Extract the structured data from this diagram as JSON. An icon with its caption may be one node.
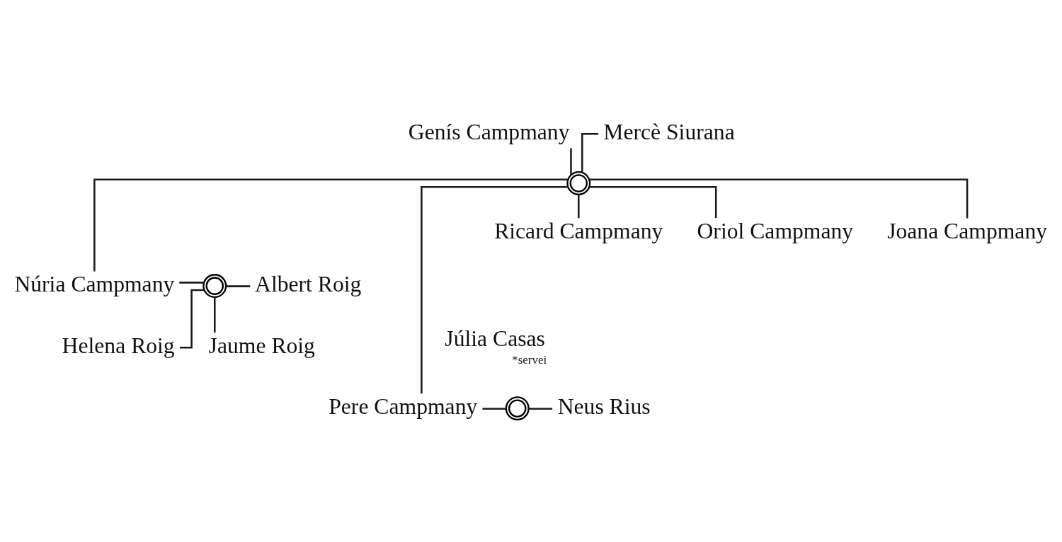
{
  "diagram": {
    "nodes": [
      {
        "text": [
          "Genís Campmany"
        ]
      },
      {
        "text": [
          "Mercè Siurana"
        ]
      },
      {
        "text": [],
        "shape": "rings"
      },
      {
        "text": [
          "Ricard Campmany"
        ]
      },
      {
        "text": [
          "Oriol Campmany"
        ]
      },
      {
        "text": [
          "Joana Campmany"
        ]
      },
      {
        "text": [
          "Núria Campmany"
        ]
      },
      {
        "text": [],
        "shape": "rings"
      },
      {
        "text": [
          "Albert Roig"
        ]
      },
      {
        "text": [
          "Júlia Casas"
        ],
        "beside": [
          "*servei"
        ]
      },
      {
        "text": [
          "Helena Roig"
        ]
      },
      {
        "text": [
          "Jaume Roig"
        ]
      },
      {
        "text": [
          "Pere Campmany"
        ]
      },
      {
        "text": [],
        "shape": "rings"
      },
      {
        "text": [
          "Neus Rius"
        ]
      }
    ],
    "edges": [
      {
        "from": 0,
        "to": 2,
        "arrow": "none"
      },
      {
        "from": 1,
        "to": 2,
        "arrow": "none"
      },
      {
        "from": 2,
        "to": 12,
        "arrow": "none"
      },
      {
        "from": 2,
        "to": 6,
        "arrow": "none"
      },
      {
        "from": 2,
        "to": 3,
        "arrow": "none"
      },
      {
        "from": 2,
        "to": 4,
        "arrow": "none"
      },
      {
        "from": 2,
        "to": 5,
        "arrow": "none"
      },
      {
        "from": 6,
        "to": 7,
        "arrow": "none"
      },
      {
        "from": 7,
        "to": 8,
        "arrow": "none"
      },
      {
        "from": 7,
        "to": 10,
        "arrow": "none"
      },
      {
        "from": 7,
        "to": 11,
        "arrow": "none"
      },
      {
        "from": 12,
        "to": 13,
        "arrow": "none"
      },
      {
        "from": 13,
        "to": 14,
        "arrow": "none"
      }
    ]
  }
}
